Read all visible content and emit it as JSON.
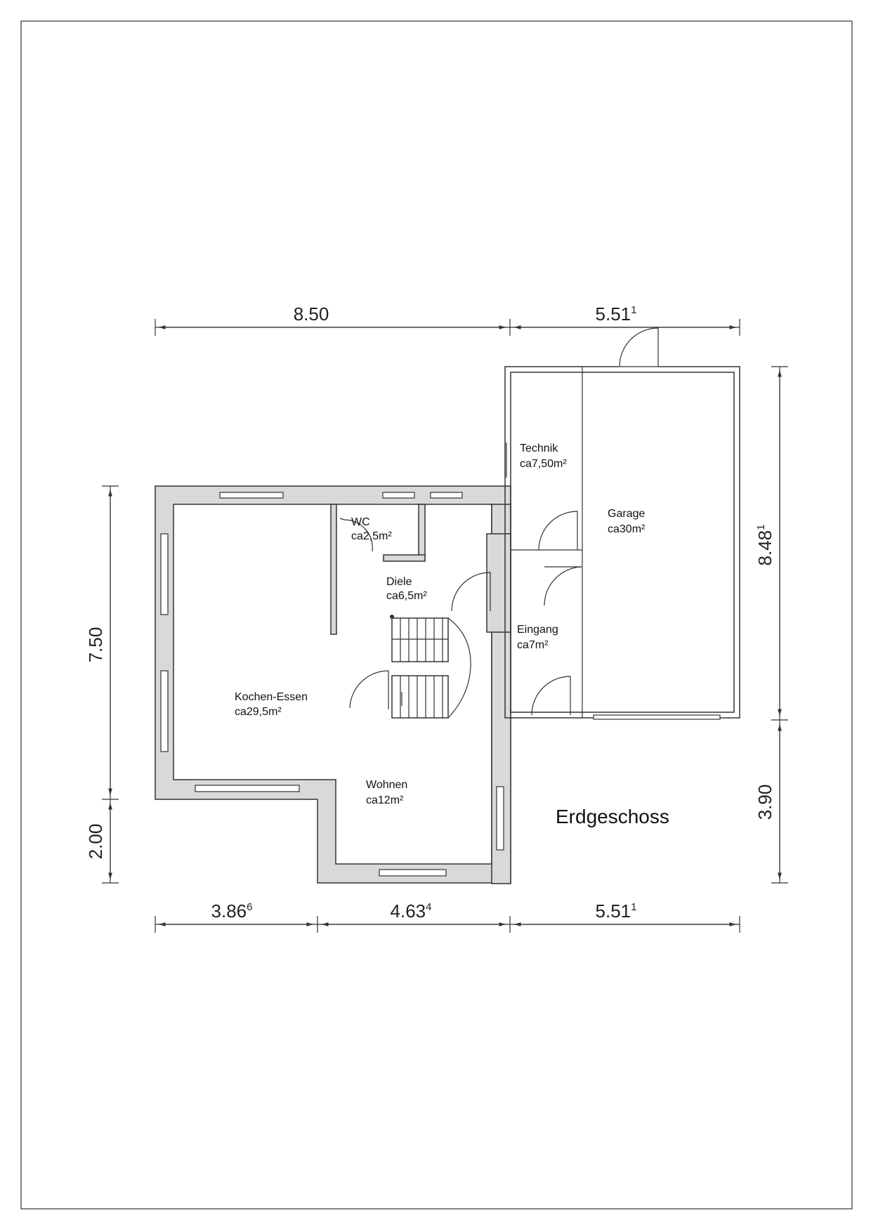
{
  "plan": {
    "title": "Erdgeschoss",
    "rooms": {
      "technik": {
        "name": "Technik",
        "area": "ca7,50m²"
      },
      "garage": {
        "name": "Garage",
        "area": "ca30m²"
      },
      "wc": {
        "name": "WC",
        "area": "ca2,5m²"
      },
      "diele": {
        "name": "Diele",
        "area": "ca6,5m²"
      },
      "eingang": {
        "name": "Eingang",
        "area": "ca7m²"
      },
      "kochen": {
        "name": "Kochen-Essen",
        "area": "ca29,5m²"
      },
      "wohnen": {
        "name": "Wohnen",
        "area": "ca12m²"
      }
    },
    "dimensions": {
      "top_left": {
        "main": "8.50",
        "sup": ""
      },
      "top_right": {
        "main": "5.51",
        "sup": "1"
      },
      "bottom_1": {
        "main": "3.86",
        "sup": "6"
      },
      "bottom_2": {
        "main": "4.63",
        "sup": "4"
      },
      "bottom_3": {
        "main": "5.51",
        "sup": "1"
      },
      "left_upper": {
        "main": "7.50",
        "sup": ""
      },
      "left_lower": {
        "main": "2.00",
        "sup": ""
      },
      "right_upper": {
        "main": "8.48",
        "sup": "1"
      },
      "right_lower": {
        "main": "3.90",
        "sup": ""
      }
    }
  }
}
